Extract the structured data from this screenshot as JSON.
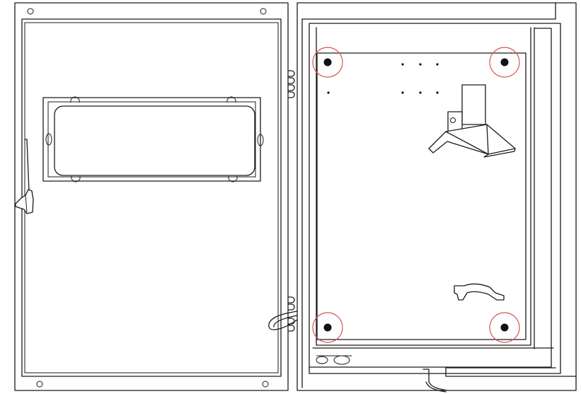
{
  "figure": {
    "panels": [
      "cabinet-door-closed",
      "cabinet-door-open-back-plate"
    ],
    "highlight_color": "#d9534f",
    "line_color": "#1a1a1a",
    "mounting_points": 4
  }
}
